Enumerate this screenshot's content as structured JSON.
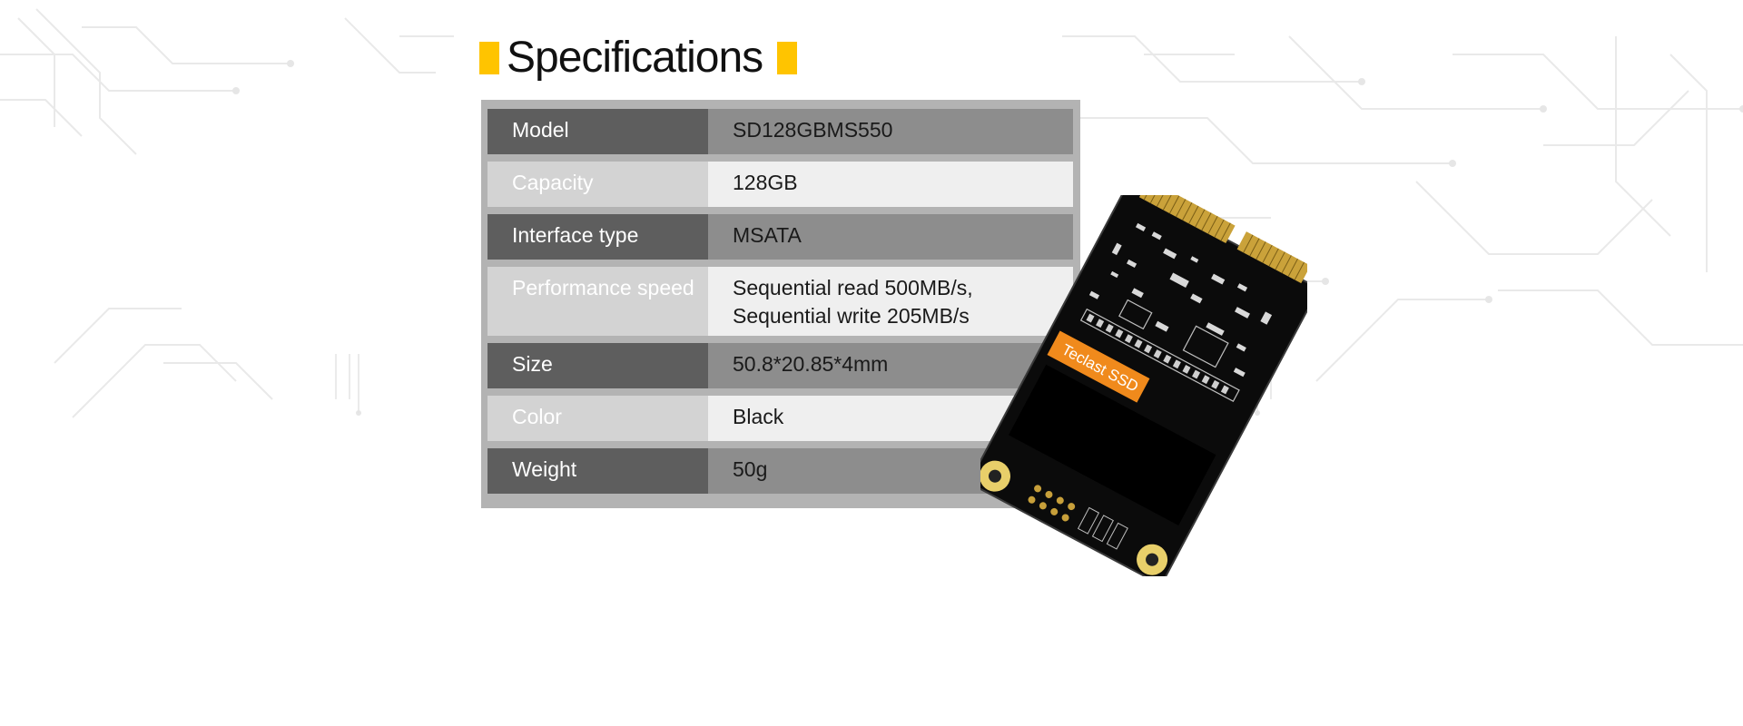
{
  "title": "Specifications",
  "accent_color": "#ffc400",
  "specs": [
    {
      "label": "Model",
      "value": "SD128GBMS550",
      "style": "dark"
    },
    {
      "label": "Capacity",
      "value": "128GB",
      "style": "light"
    },
    {
      "label": "Interface type",
      "value": "MSATA",
      "style": "dark"
    },
    {
      "label": "Performance speed",
      "value_lines": [
        "Sequential read 500MB/s,",
        "Sequential write 205MB/s"
      ],
      "style": "light"
    },
    {
      "label": "Size",
      "value": "50.8*20.85*4mm",
      "style": "dark"
    },
    {
      "label": "Color",
      "value": "Black",
      "style": "light"
    },
    {
      "label": "Weight",
      "value": "50g",
      "style": "dark"
    }
  ],
  "product": {
    "image": "msata-ssd-card",
    "brand_label": "Teclast SSD",
    "label_color": "#f08a1c"
  }
}
